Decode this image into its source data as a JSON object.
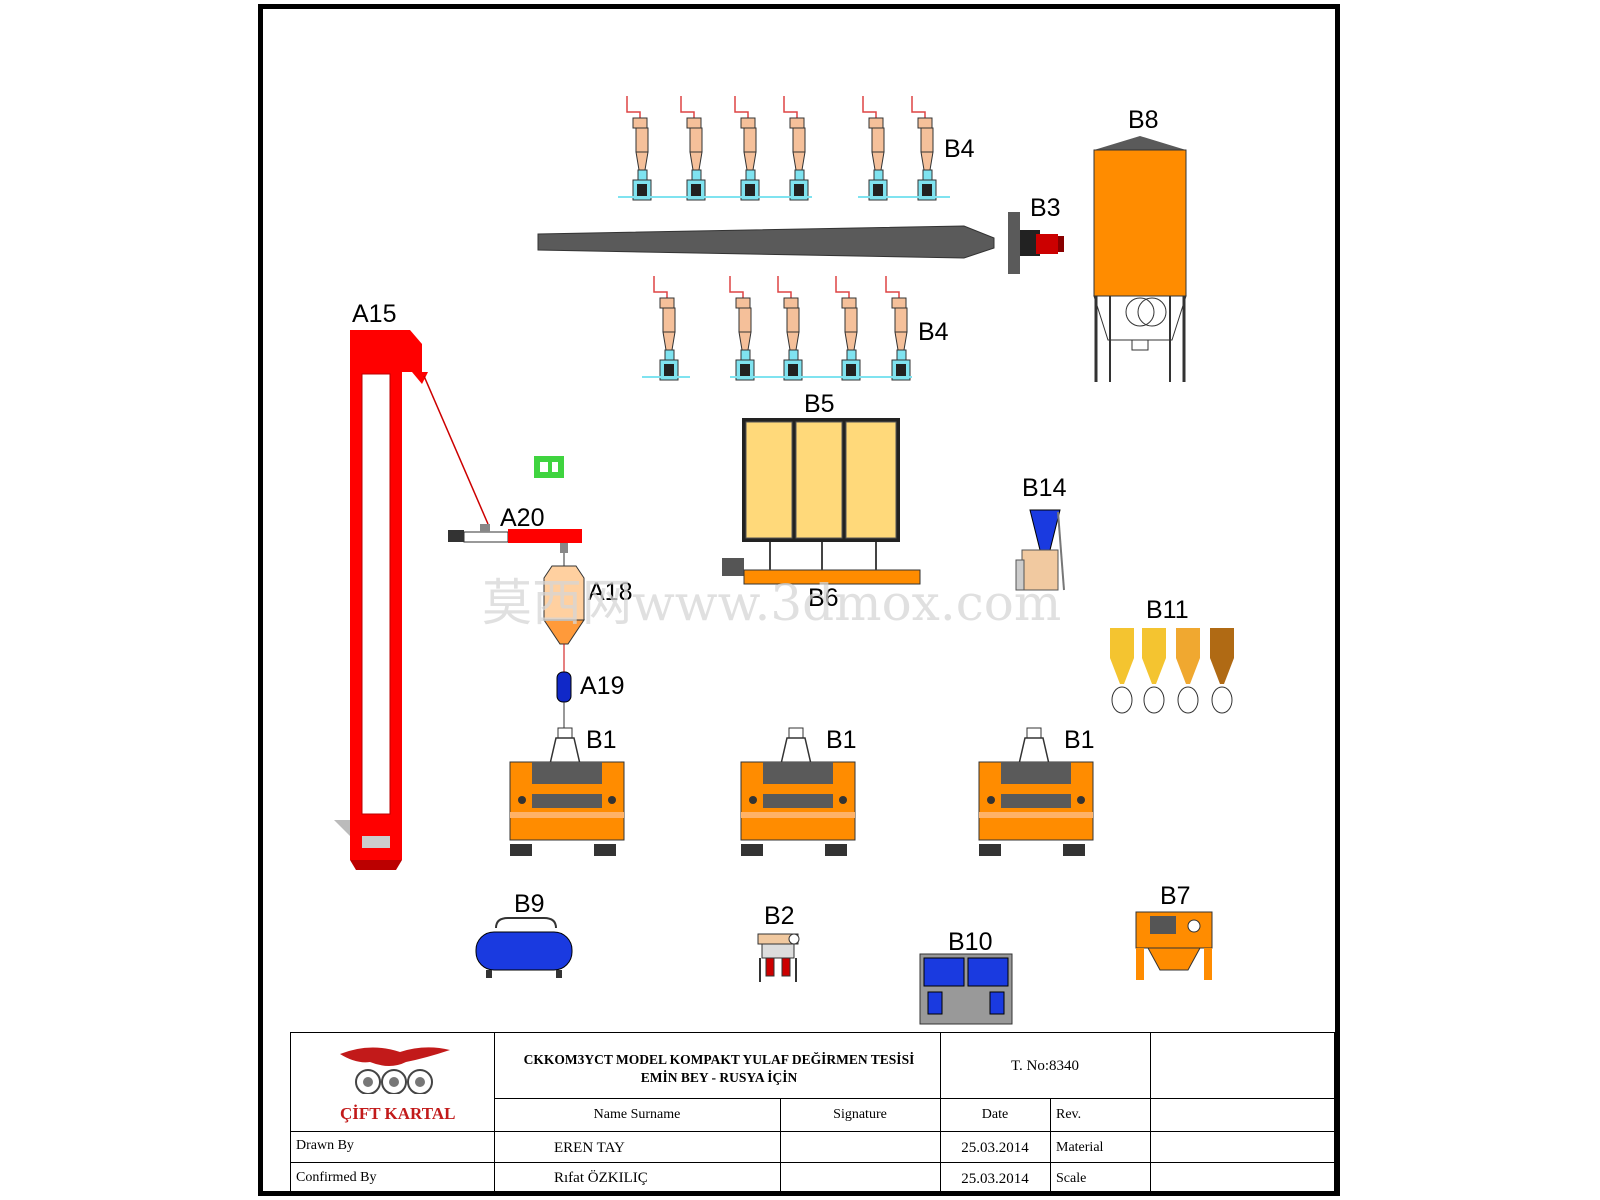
{
  "equipment_labels": {
    "b4_top": "B4",
    "b3": "B3",
    "b8": "B8",
    "a15": "A15",
    "b4_bottom": "B4",
    "b5": "B5",
    "b14": "B14",
    "a20": "A20",
    "a18": "A18",
    "b6": "B6",
    "b11": "B11",
    "a19": "A19",
    "b1_left": "B1",
    "b1_mid": "B1",
    "b1_right": "B1",
    "b9": "B9",
    "b2": "B2",
    "b10": "B10",
    "b7": "B7"
  },
  "watermark": "莫西网www.3dmox.com",
  "title_block": {
    "logo_text": "ÇİFT KARTAL",
    "project_line1": "CKKOM3YCT MODEL  KOMPAKT YULAF DEĞİRMEN TESİSİ",
    "project_line2": "EMİN BEY - RUSYA İÇİN",
    "drawing_no": "T. No:8340",
    "col_name": "Name Surname",
    "col_signature": "Signature",
    "col_date": "Date",
    "col_rev": "Rev.",
    "row1_label": "Drawn By",
    "row1_name": "EREN TAY",
    "row1_date": "25.03.2014",
    "row1_right": "Material",
    "row2_label": "Confirmed By",
    "row2_name": "Rıfat ÖZKILIÇ",
    "row2_date": "25.03.2014",
    "row2_right": "Scale"
  },
  "colors": {
    "orange": "#ff8c00",
    "red": "#ff0000",
    "gray": "#5a5a5a",
    "cyan": "#7fe3f0",
    "peach": "#f5c09a",
    "blue": "#0033ff",
    "yellow": "#ffd97a"
  }
}
